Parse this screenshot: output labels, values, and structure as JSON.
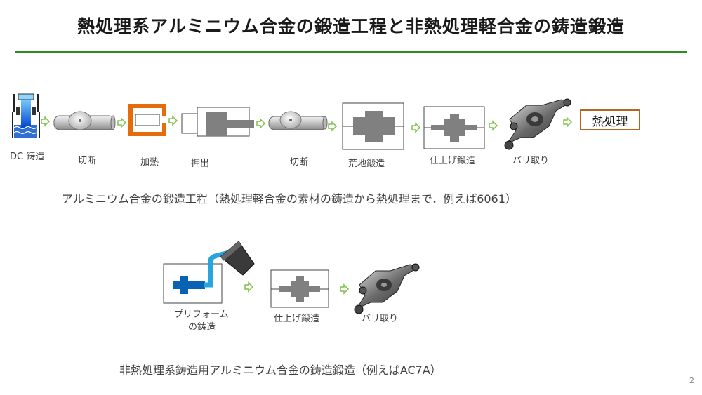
{
  "title": "熱処理系アルミニウム合金の鍛造工程と非熱処理軽合金の鋳造鍛造",
  "process1": {
    "steps": [
      "DC 鋳造",
      "切断",
      "加熱",
      "押出",
      "切断",
      "荒地鍛造",
      "仕上げ鍛造",
      "バリ取り"
    ],
    "result": "熱処理",
    "caption": "アルミニウム合金の鍛造工程（熱処理軽合金の素材の鋳造から熱処理まで．例えば6061）"
  },
  "process2": {
    "preform_line1": "プリフォーム",
    "preform_line2": "の鋳造",
    "finish": "仕上げ鍛造",
    "deburr": "バリ取り",
    "caption": "非熱処理系鋳造用アルミニウム合金の鋳造鍛造（例えばAC7A）"
  },
  "page_number": "2",
  "colors": {
    "accent_green": "#2e8b22",
    "arrow_green": "#7dc24b",
    "heating_orange": "#e46c0a",
    "result_border": "#b5651d",
    "mold_blue": "#0a62b5",
    "pour_cyan": "#27a5dc",
    "die_gray": "#808080"
  }
}
